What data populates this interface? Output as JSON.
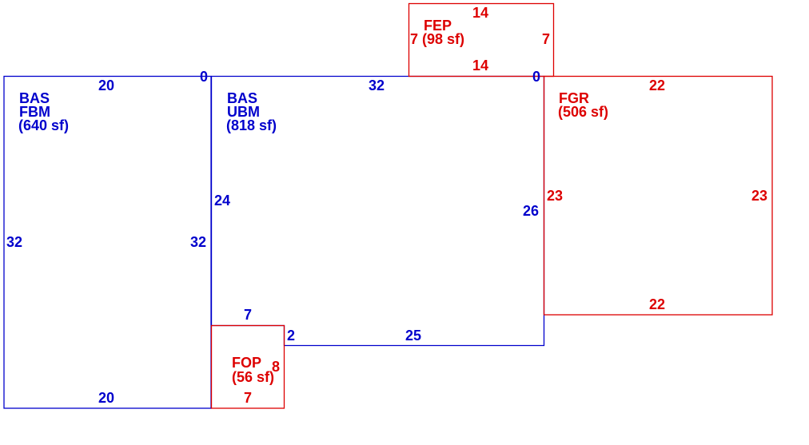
{
  "colors": {
    "living": "#0000cc",
    "other": "#dd0000",
    "background": "#ffffff"
  },
  "areas": {
    "bas_fbm": {
      "line1": "BAS",
      "line2": "FBM",
      "area": "(640 sf)"
    },
    "bas_ubm": {
      "line1": "BAS",
      "line2": "UBM",
      "area": "(818 sf)"
    },
    "fep": {
      "code": "FEP",
      "area_line": "7 (98 sf)"
    },
    "fgr": {
      "code": "FGR",
      "area": "(506 sf)"
    },
    "fop": {
      "code": "FOP",
      "area": "(56 sf)"
    }
  },
  "dimensions": {
    "fbm_top": "20",
    "fbm_bottom": "20",
    "fbm_left": "32",
    "fbm_right": "32",
    "fbm_corner": "0",
    "ubm_top": "32",
    "ubm_left": "24",
    "ubm_right": "26",
    "ubm_bottom": "25",
    "ubm_step": "2",
    "ubm_corner": "0",
    "fep_top": "14",
    "fep_bottom": "14",
    "fep_right": "7",
    "fgr_top": "22",
    "fgr_bottom": "22",
    "fgr_left": "23",
    "fgr_right": "23",
    "fop_top": "7",
    "fop_bottom": "7",
    "fop_right": "8"
  }
}
